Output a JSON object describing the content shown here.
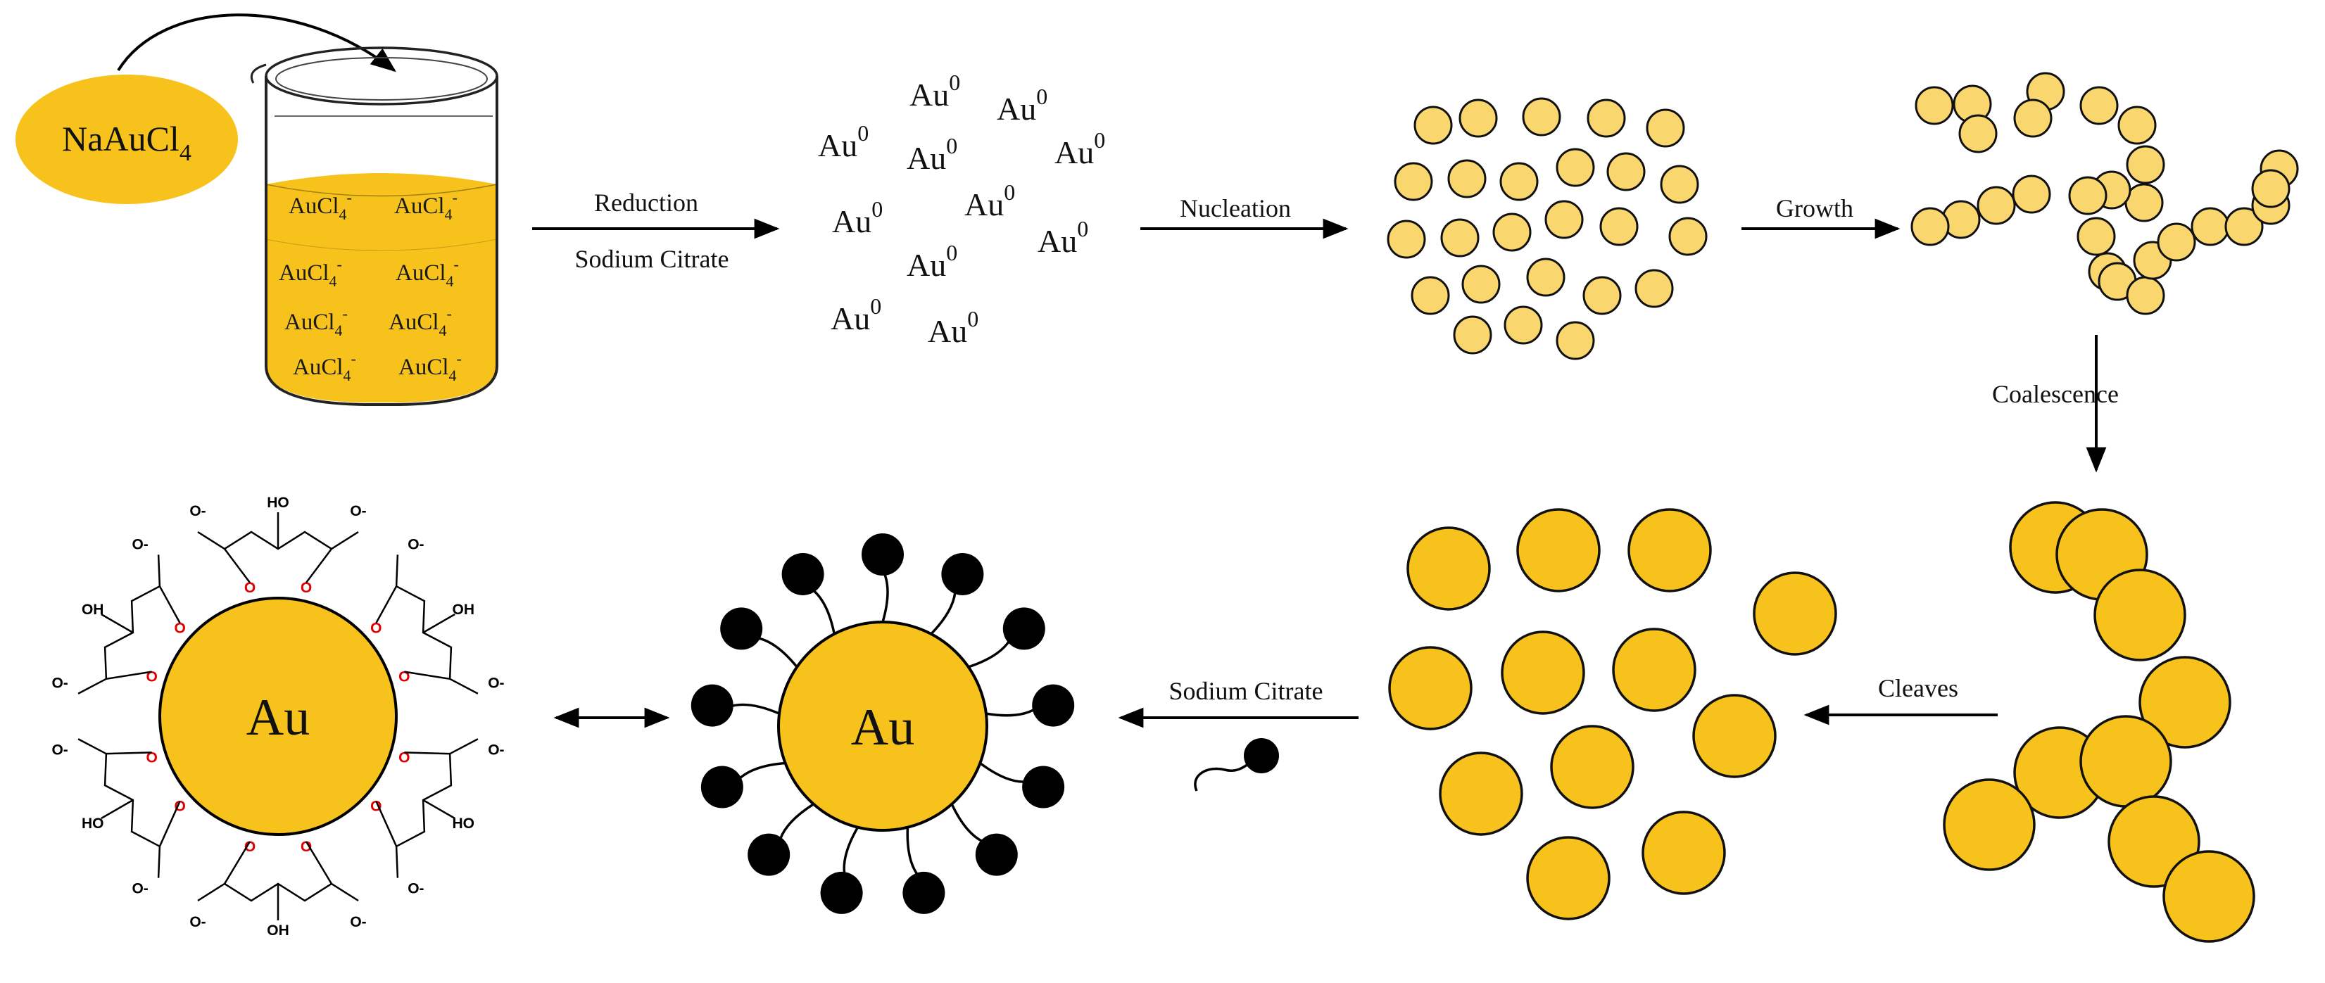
{
  "colors": {
    "gold": "#f7c21c",
    "gold_light": "#fad978",
    "gold_small": "#f9d66e",
    "outline": "#111111",
    "ligand": "#000000",
    "oxygen_red": "#e00000"
  },
  "reagent": {
    "name": "NaAuCl",
    "sub": "4"
  },
  "beaker": {
    "ions": [
      {
        "text": "AuCl",
        "sub": "4",
        "sup": "-"
      },
      {
        "text": "AuCl",
        "sub": "4",
        "sup": "-"
      },
      {
        "text": "AuCl",
        "sub": "4",
        "sup": "-"
      },
      {
        "text": "AuCl",
        "sub": "4",
        "sup": "-"
      },
      {
        "text": "AuCl",
        "sub": "4",
        "sup": "-"
      },
      {
        "text": "AuCl",
        "sub": "4",
        "sup": "-"
      },
      {
        "text": "AuCl",
        "sub": "4",
        "sup": "-"
      },
      {
        "text": "AuCl",
        "sub": "4",
        "sup": "-"
      }
    ]
  },
  "steps": {
    "reduction": "Reduction",
    "reduction_reagent": "Sodium Citrate",
    "nucleation": "Nucleation",
    "growth": "Growth",
    "coalescence": "Coalescence",
    "cleaves": "Cleaves",
    "stabilizer": "Sodium Citrate"
  },
  "atoms": {
    "symbol": "Au",
    "sup": "0",
    "count": 11
  },
  "particles": {
    "core_label": "Au",
    "stabilized_label": "Au"
  },
  "citrate": {
    "carboxylate": "O",
    "charge": "-",
    "hydroxyl": "HO",
    "hydroxyl_alt": "OH",
    "oxygen": "O"
  }
}
